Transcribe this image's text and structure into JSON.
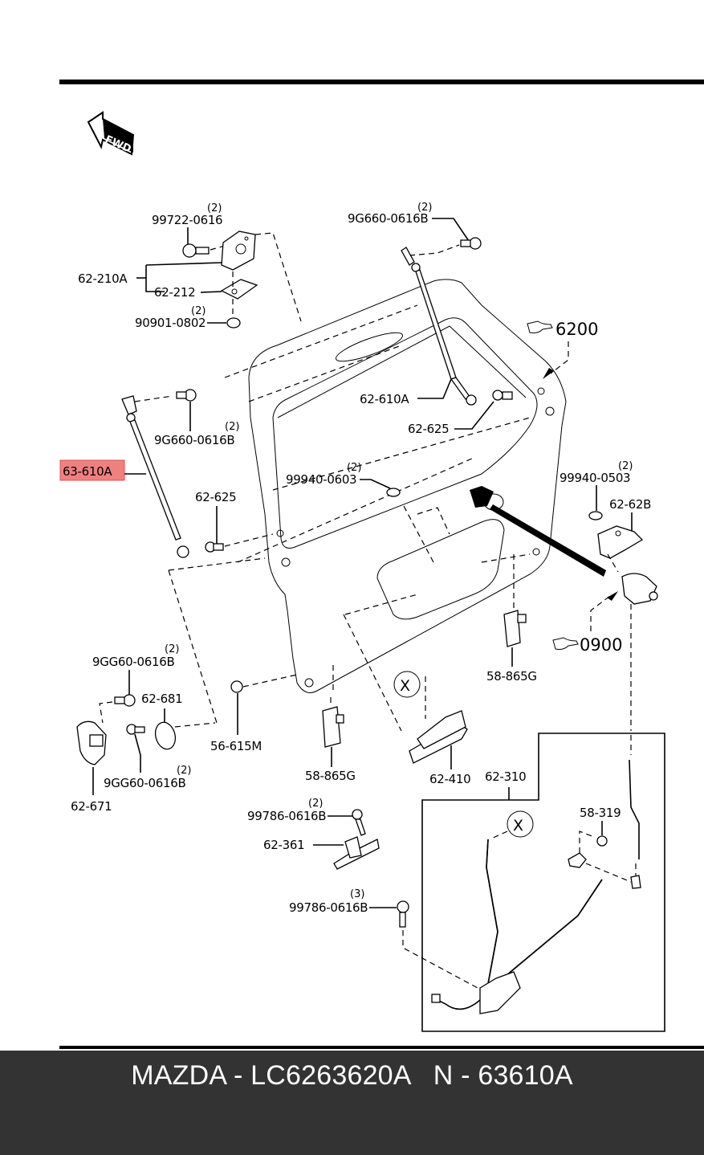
{
  "diagram": {
    "orientation_badge": "FWD",
    "highlight_color": "#f08080",
    "highlighted_part": "63-610A",
    "labels": {
      "p99722": {
        "code": "99722-0616",
        "qty": "(2)"
      },
      "p62210A": {
        "code": "62-210A"
      },
      "p62212": {
        "code": "62-212"
      },
      "p90901": {
        "code": "90901-0802",
        "qty": "(2)"
      },
      "p9G660_top": {
        "code": "9G660-0616B",
        "qty": "(2)"
      },
      "p9G660_left": {
        "code": "9G660-0616B",
        "qty": "(2)"
      },
      "p63610A": {
        "code": "63-610A"
      },
      "p62625_left": {
        "code": "62-625"
      },
      "p62610A": {
        "code": "62-610A"
      },
      "p62625_right": {
        "code": "62-625"
      },
      "p99940_0603": {
        "code": "99940-0603",
        "qty": "(2)"
      },
      "p99940_0503": {
        "code": "99940-0503",
        "qty": "(2)"
      },
      "p6262B": {
        "code": "62-62B"
      },
      "p9GG60_top": {
        "code": "9GG60-0616B",
        "qty": "(2)"
      },
      "p62681": {
        "code": "62-681"
      },
      "p9GG60_bottom": {
        "code": "9GG60-0616B",
        "qty": "(2)"
      },
      "p62671": {
        "code": "62-671"
      },
      "p56615M": {
        "code": "56-615M"
      },
      "p58865G_center": {
        "code": "58-865G"
      },
      "p58865G_right": {
        "code": "58-865G"
      },
      "p62410": {
        "code": "62-410"
      },
      "p62310": {
        "code": "62-310"
      },
      "p58319": {
        "code": "58-319"
      },
      "p99786_top": {
        "code": "99786-0616B",
        "qty": "(2)"
      },
      "p62361": {
        "code": "62-361"
      },
      "p99786_bottom": {
        "code": "99786-0616B",
        "qty": "(3)"
      }
    },
    "section_refs": {
      "ref6200": "6200",
      "ref0900": "0900"
    },
    "connector_marks": {
      "x1": "X",
      "x2": "X"
    }
  },
  "footer": {
    "brand": "MAZDA",
    "part_number": "LC6263620A",
    "n_label": "N",
    "n_number": "63610A",
    "separator": " - ",
    "gap": "   "
  }
}
